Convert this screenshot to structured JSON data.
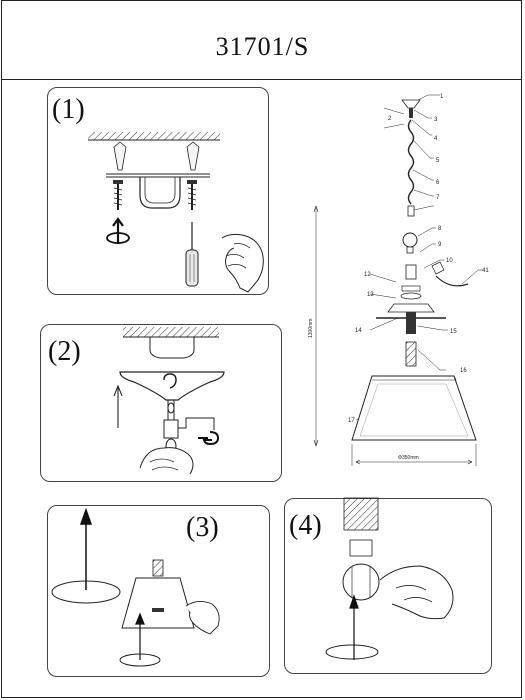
{
  "model_number": "31701/S",
  "steps": {
    "one": "(1)",
    "two": "(2)",
    "three": "(3)",
    "four": "(4)"
  },
  "part_numbers": [
    "1",
    "2",
    "3",
    "4",
    "5",
    "6",
    "7",
    "8",
    "9",
    "10",
    "41",
    "12",
    "13",
    "14",
    "15",
    "16",
    "17"
  ],
  "dimensions": {
    "height": "1300mm",
    "width": "Φ350mm"
  }
}
